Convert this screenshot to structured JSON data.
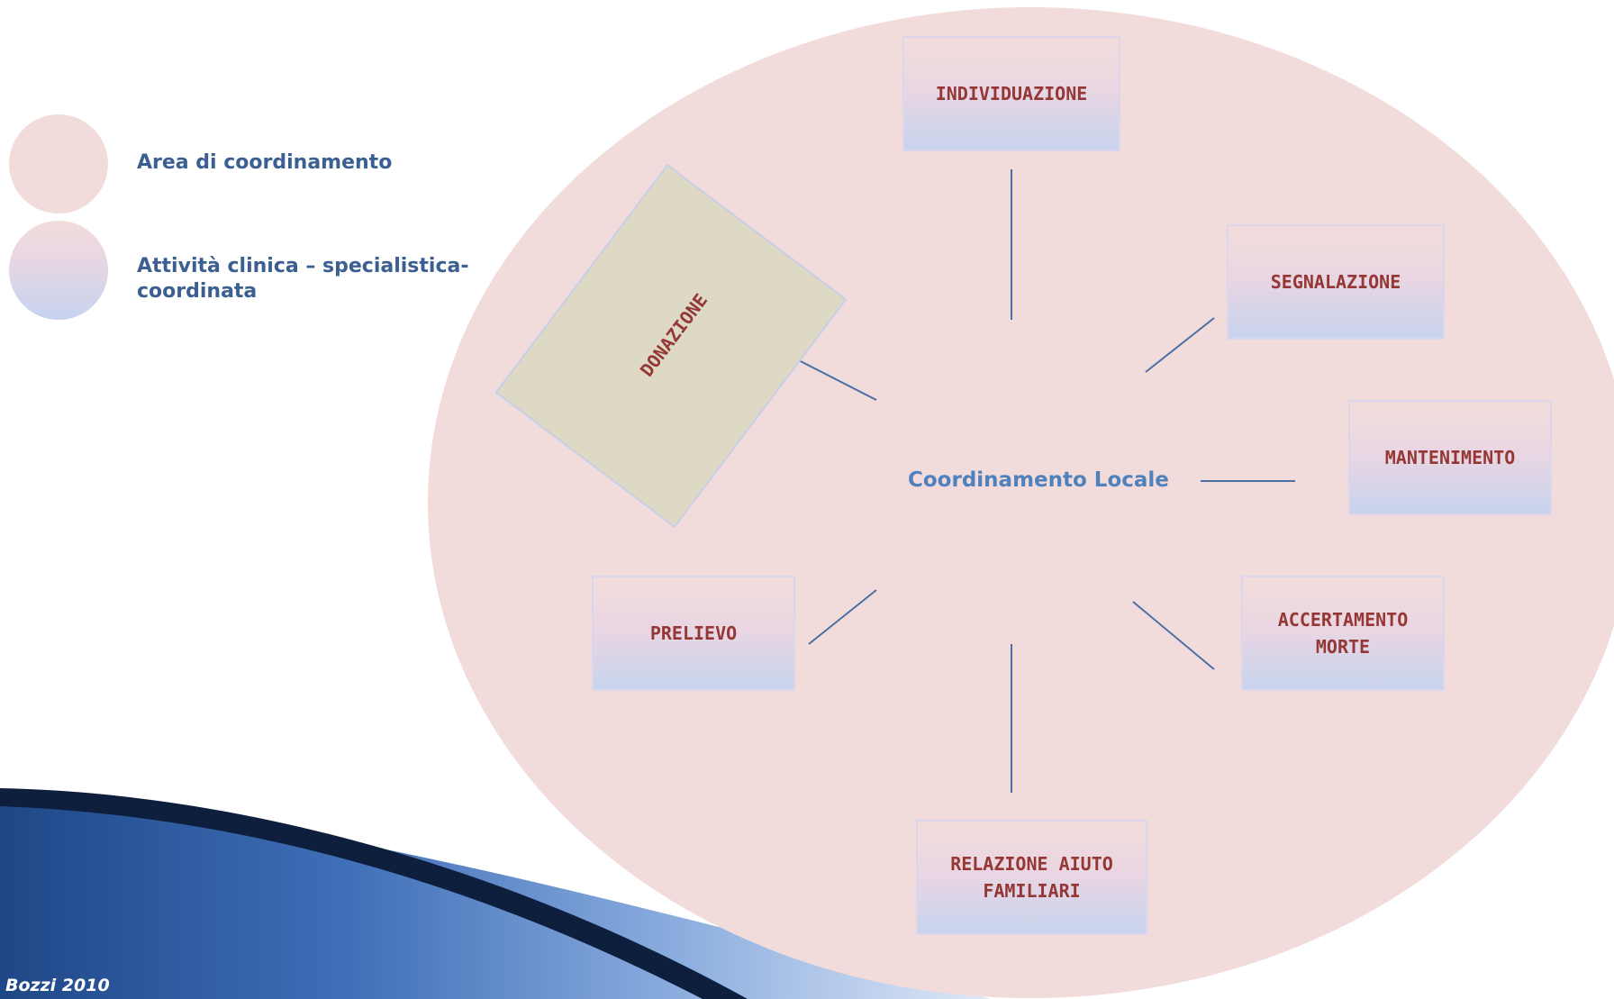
{
  "legend": {
    "area_label": "Area di coordinamento",
    "clinical_label": "Attività  clinica – specialistica-coordinata"
  },
  "center": {
    "label": "Coordinamento Locale"
  },
  "nodes": {
    "individuazione": [
      "INDIVIDUAZIONE"
    ],
    "segnalazione": [
      "SEGNALAZIONE"
    ],
    "mantenimento": [
      "MANTENIMENTO"
    ],
    "accertamento": [
      "ACCERTAMENTO",
      "MORTE"
    ],
    "relazione": [
      "RELAZIONE AIUTO",
      "FAMILIARI"
    ],
    "prelievo": [
      "PRELIEVO"
    ],
    "donazione": [
      "DONAZIONE"
    ]
  },
  "footer": {
    "text": "Bozzi  2010"
  },
  "colors": {
    "ellipse": "#f2dcdb",
    "node_text": "#953735",
    "center_text": "#4f81bd",
    "legend_text": "#3c5f91",
    "connector": "#4a6fa5",
    "donazione_fill": "#ddd9c4",
    "swoosh": "#2f5c9e"
  }
}
